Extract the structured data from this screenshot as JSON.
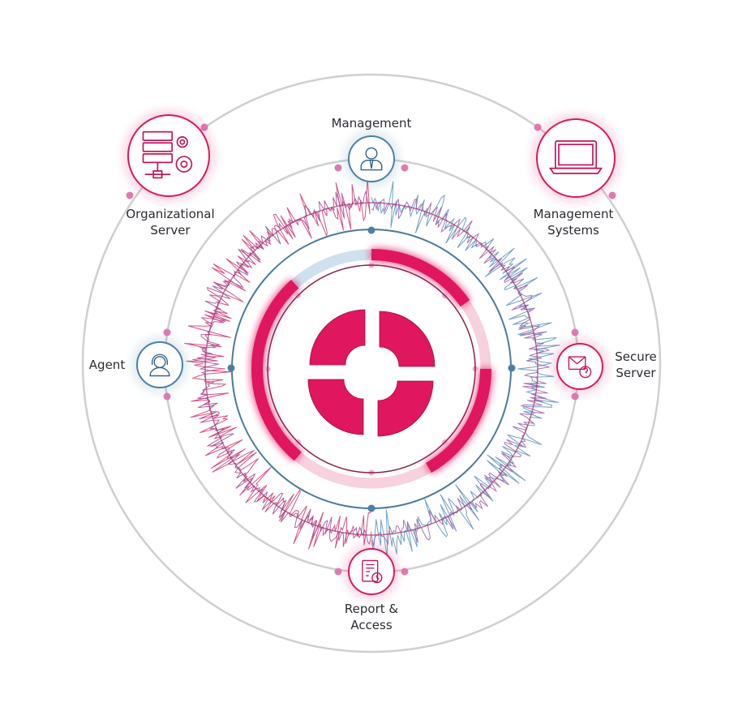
{
  "colors": {
    "pink": "#e0165e",
    "pink_light": "#f6c6d6",
    "blue": "#4a7fa8",
    "blue_light": "#cfe0ee",
    "ring_gray": "#c8c8c8"
  },
  "nodes": [
    {
      "id": "organizational-server",
      "label": "Organizational\nServer",
      "icon": "server-gears-icon"
    },
    {
      "id": "management",
      "label": "Management",
      "icon": "user-tie-icon"
    },
    {
      "id": "management-systems",
      "label": "Management\nSystems",
      "icon": "laptop-icon"
    },
    {
      "id": "agent",
      "label": "Agent",
      "icon": "headset-agent-icon"
    },
    {
      "id": "secure-server",
      "label": "Secure\nServer",
      "icon": "mail-question-icon"
    },
    {
      "id": "report-access",
      "label": "Report &\nAccess",
      "icon": "report-document-icon"
    }
  ]
}
